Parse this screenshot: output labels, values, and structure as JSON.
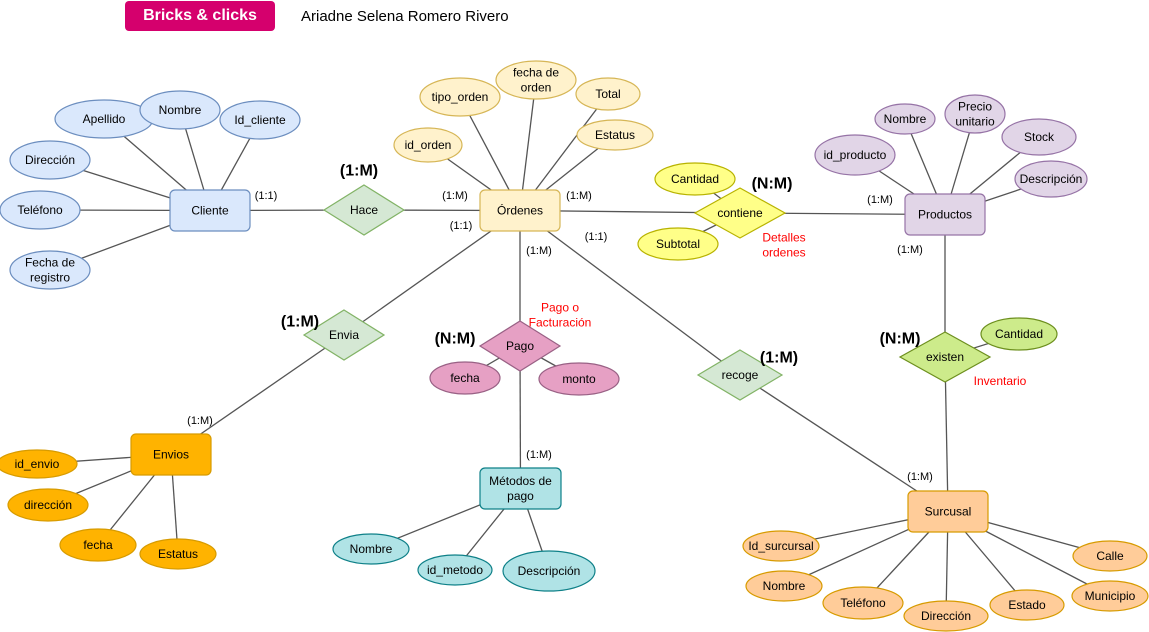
{
  "header": {
    "badge": "Bricks & clicks",
    "author": "Ariadne Selena Romero Rivero"
  },
  "colors": {
    "blue_fill": "#dae8fc",
    "blue_stroke": "#6c8ebf",
    "yellow_fill": "#fff2cc",
    "yellow_stroke": "#d6b656",
    "purple_fill": "#e1d5e7",
    "purple_stroke": "#9673a6",
    "green_fill": "#d5e8d4",
    "green_stroke": "#82b366",
    "orange_fill": "#ffcc99",
    "orange_stroke": "#d79b00",
    "amber_fill": "#ffb300",
    "amber_stroke": "#d79b00",
    "teal_fill": "#b0e3e6",
    "teal_stroke": "#0e8088",
    "pink_fill": "#e6a0c4",
    "pink_stroke": "#996185",
    "bright_yellow_fill": "#ffff88",
    "bright_yellow_stroke": "#b8b300",
    "lime_fill": "#cdeb8b",
    "lime_stroke": "#6d8f1e",
    "red_text": "#ff0000",
    "badge": "#d5006d"
  },
  "entities": {
    "cliente": "Cliente",
    "ordenes": "Órdenes",
    "productos": "Productos",
    "envios": "Envios",
    "metodos": "Métodos de\npago",
    "surcusal": "Surcusal"
  },
  "relationships": {
    "hace": "Hace",
    "contiene": "contiene",
    "envia": "Envia",
    "pago": "Pago",
    "recoge": "recoge",
    "existen": "existen"
  },
  "attributes": {
    "cliente": [
      "Apellido",
      "Nombre",
      "Id_cliente",
      "Dirección",
      "Teléfono",
      "Fecha de\nregistro"
    ],
    "ordenes": [
      "tipo_orden",
      "fecha de\norden",
      "Total",
      "id_orden",
      "Estatus"
    ],
    "productos": [
      "Nombre",
      "Precio\nunitario",
      "Stock",
      "id_producto",
      "Descripción"
    ],
    "contiene": [
      "Cantidad",
      "Subtotal"
    ],
    "envios": [
      "id_envio",
      "dirección",
      "fecha",
      "Estatus"
    ],
    "pago": [
      "fecha",
      "monto"
    ],
    "metodos": [
      "Nombre",
      "id_metodo",
      "Descripción"
    ],
    "existen": [
      "Cantidad"
    ],
    "surcusal": [
      "Id_surcursal",
      "Nombre",
      "Teléfono",
      "Dirección",
      "Estado",
      "Municipio",
      "Calle"
    ]
  },
  "cardinalities": {
    "hace_big": "(1:M)",
    "contiene_big": "(N:M)",
    "envia_big": "(1:M)",
    "pago_big": "(N:M)",
    "recoge_big": "(1:M)",
    "existen_big": "(N:M)",
    "cliente_hace": "(1:1)",
    "ordenes_hace": "(1:M)",
    "ordenes_envia": "(1:1)",
    "ordenes_contiene": "(1:M)",
    "ordenes_pago": "(1:M)",
    "ordenes_recoge": "(1:1)",
    "productos_contiene": "(1:M)",
    "productos_existen": "(1:M)",
    "envios_envia": "(1:M)",
    "metodos_pago": "(1:M)",
    "surcusal_recoge": "(1:M)"
  },
  "notes": {
    "contiene": "Detalles\nordenes",
    "pago": "Pago o\nFacturación",
    "existen": "Inventario"
  }
}
